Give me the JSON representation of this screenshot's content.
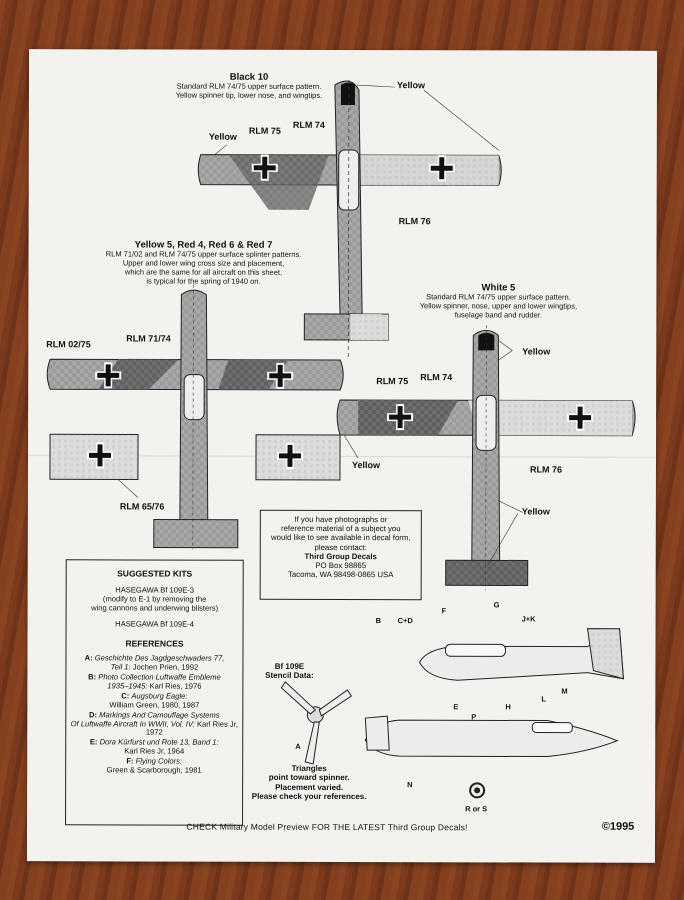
{
  "black10": {
    "title": "Black 10",
    "desc1": "Standard RLM 74/75 upper surface pattern.",
    "desc2": "Yellow spinner tip, lower nose, and wingtips.",
    "labels": {
      "yellow_left": "Yellow",
      "yellow_right": "Yellow",
      "rlm75": "RLM 75",
      "rlm74": "RLM 74",
      "rlm76": "RLM 76"
    }
  },
  "yellow5": {
    "title": "Yellow 5, Red 4, Red 6 & Red 7",
    "desc1": "RLM 71/02 and RLM 74/75 upper surface splinter patterns.",
    "desc2": "Upper and lower wing cross size and placement,",
    "desc3": "which are the same for all aircraft on this sheet,",
    "desc4": "is typical for the spring of 1940 on.",
    "labels": {
      "rlm0275": "RLM 02/75",
      "rlm7174": "RLM 71/74",
      "rlm6576": "RLM 65/76"
    }
  },
  "white5": {
    "title": "White 5",
    "desc1": "Standard RLM 74/75 upper surface pattern.",
    "desc2": "Yellow spinner, nose, upper and lower wingtips,",
    "desc3": "fuselage band and rudder.",
    "labels": {
      "yellow_top": "Yellow",
      "yellow_left": "Yellow",
      "yellow_bottom": "Yellow",
      "rlm75": "RLM 75",
      "rlm74": "RLM 74",
      "rlm76": "RLM 76"
    }
  },
  "contact": {
    "l1": "If you have photographs or",
    "l2": "reference material of a subject you",
    "l3": "would like to see available in decal form,",
    "l4": "please contact:",
    "l5": "Third Group Decals",
    "l6": "PO Box 98865",
    "l7": "Tacoma, WA  98498-0865  USA"
  },
  "kits": {
    "heading": "SUGGESTED KITS",
    "k1": "HASEGAWA Bf 109E-3",
    "k2": "(modify to E-1 by removing the",
    "k3": "wing cannons and underwing blisters)",
    "k4": "HASEGAWA Bf 109E-4",
    "ref_heading": "REFERENCES",
    "refs": [
      {
        "key": "A:",
        "t1": "Geschichte Des Jagdgeschwaders 77,",
        "t2": "Teil 1:",
        "t3": "Jochen Prien, 1992"
      },
      {
        "key": "B:",
        "t1": "Photo Collection Luftwaffe Embleme",
        "t2": "1935–1945:",
        "t3": "Karl Ries, 1976"
      },
      {
        "key": "C:",
        "t1": "Augsburg Eagle:",
        "t2": "",
        "t3": "William Green, 1980, 1987"
      },
      {
        "key": "D:",
        "t1": "Markings And Camouflage Systems",
        "t2": "Of Luftwaffe Aircraft In WWII, Vol. IV:",
        "t3": "Karl Ries Jr, 1972"
      },
      {
        "key": "E:",
        "t1": "Dora Kürfurst und Rote 13, Band 1:",
        "t2": "",
        "t3": "Karl Ries Jr, 1964"
      },
      {
        "key": "F:",
        "t1": "Flying Colors:",
        "t2": "",
        "t3": "Green & Scarborough, 1981"
      }
    ]
  },
  "stencil": {
    "title1": "Bf 109E",
    "title2": "Stencil Data:",
    "note1": "Triangles",
    "note2": "point toward spinner.",
    "note3": "Placement varied.",
    "note4": "Please check your references.",
    "letters": {
      "A": "A",
      "B": "B",
      "CD": "C+D",
      "F": "F",
      "G": "G",
      "JK": "J+K",
      "E": "E",
      "H": "H",
      "L": "L",
      "M": "M",
      "N": "N",
      "P": "P",
      "RS": "R or S"
    }
  },
  "footer": {
    "text": "CHECK Military Model Preview FOR THE LATEST Third Group Decals!",
    "copyright": "©1995"
  }
}
